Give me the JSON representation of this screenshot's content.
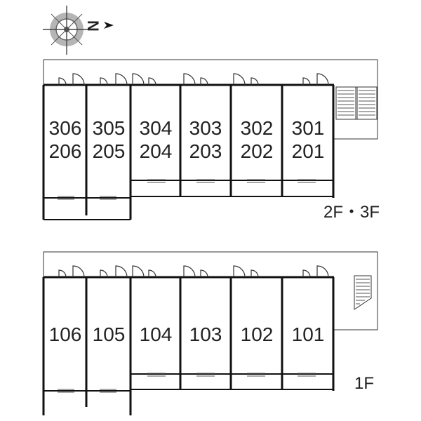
{
  "compass": {
    "label": "N",
    "icon": "compass-rose-icon"
  },
  "upper_plan": {
    "floor_label": "2F・3F",
    "units": [
      {
        "top": "306",
        "bottom": "206"
      },
      {
        "top": "305",
        "bottom": "205"
      },
      {
        "top": "304",
        "bottom": "204"
      },
      {
        "top": "303",
        "bottom": "203"
      },
      {
        "top": "302",
        "bottom": "202"
      },
      {
        "top": "301",
        "bottom": "201"
      }
    ]
  },
  "lower_plan": {
    "floor_label": "1F",
    "units": [
      "106",
      "105",
      "104",
      "103",
      "102",
      "101"
    ]
  }
}
